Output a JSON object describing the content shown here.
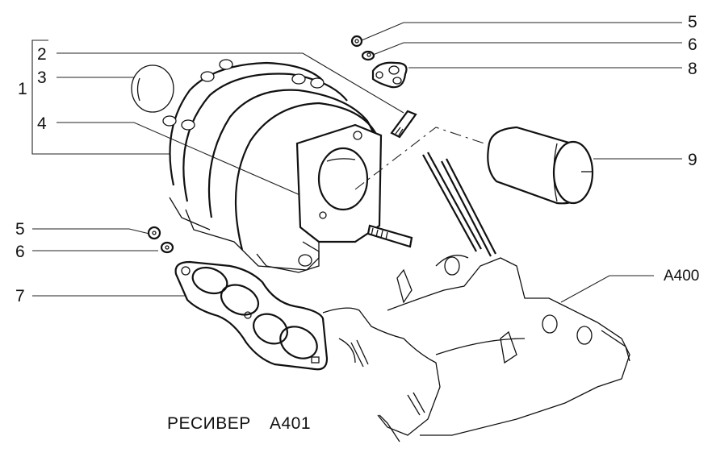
{
  "diagram": {
    "title": "РЕСИВЕР",
    "code": "A401",
    "related_assembly": "A400",
    "callouts": [
      {
        "id": "1",
        "label": "1"
      },
      {
        "id": "2",
        "label": "2"
      },
      {
        "id": "3",
        "label": "3"
      },
      {
        "id": "4",
        "label": "4"
      },
      {
        "id": "5a",
        "label": "5"
      },
      {
        "id": "6a",
        "label": "6"
      },
      {
        "id": "8",
        "label": "8"
      },
      {
        "id": "9",
        "label": "9"
      },
      {
        "id": "5b",
        "label": "5"
      },
      {
        "id": "6b",
        "label": "6"
      },
      {
        "id": "7",
        "label": "7"
      }
    ]
  }
}
